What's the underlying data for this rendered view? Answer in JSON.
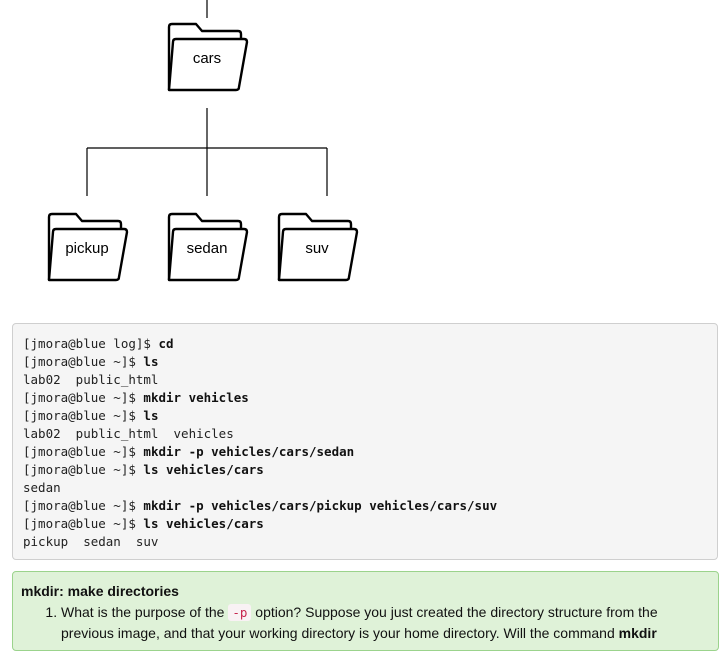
{
  "tree": {
    "root_label": "cars",
    "children": [
      "pickup",
      "sedan",
      "suv"
    ]
  },
  "terminal": [
    {
      "prompt": "[jmora@blue log]$ ",
      "cmd": "cd"
    },
    {
      "prompt": "[jmora@blue ~]$ ",
      "cmd": "ls"
    },
    {
      "output": "lab02  public_html"
    },
    {
      "prompt": "[jmora@blue ~]$ ",
      "cmd": "mkdir vehicles"
    },
    {
      "prompt": "[jmora@blue ~]$ ",
      "cmd": "ls"
    },
    {
      "output": "lab02  public_html  vehicles"
    },
    {
      "prompt": "[jmora@blue ~]$ ",
      "cmd": "mkdir -p vehicles/cars/sedan"
    },
    {
      "prompt": "[jmora@blue ~]$ ",
      "cmd": "ls vehicles/cars"
    },
    {
      "output": "sedan"
    },
    {
      "prompt": "[jmora@blue ~]$ ",
      "cmd": "mkdir -p vehicles/cars/pickup vehicles/cars/suv"
    },
    {
      "prompt": "[jmora@blue ~]$ ",
      "cmd": "ls vehicles/cars"
    },
    {
      "output": "pickup  sedan  suv"
    }
  ],
  "note": {
    "title": "mkdir: make directories",
    "q1_before": "What is the purpose of the ",
    "q1_option": "-p",
    "q1_after": " option? Suppose you just created the directory structure from the previous image, and that your working directory is your home directory. Will the command ",
    "q1_cmd": "mkdir"
  }
}
